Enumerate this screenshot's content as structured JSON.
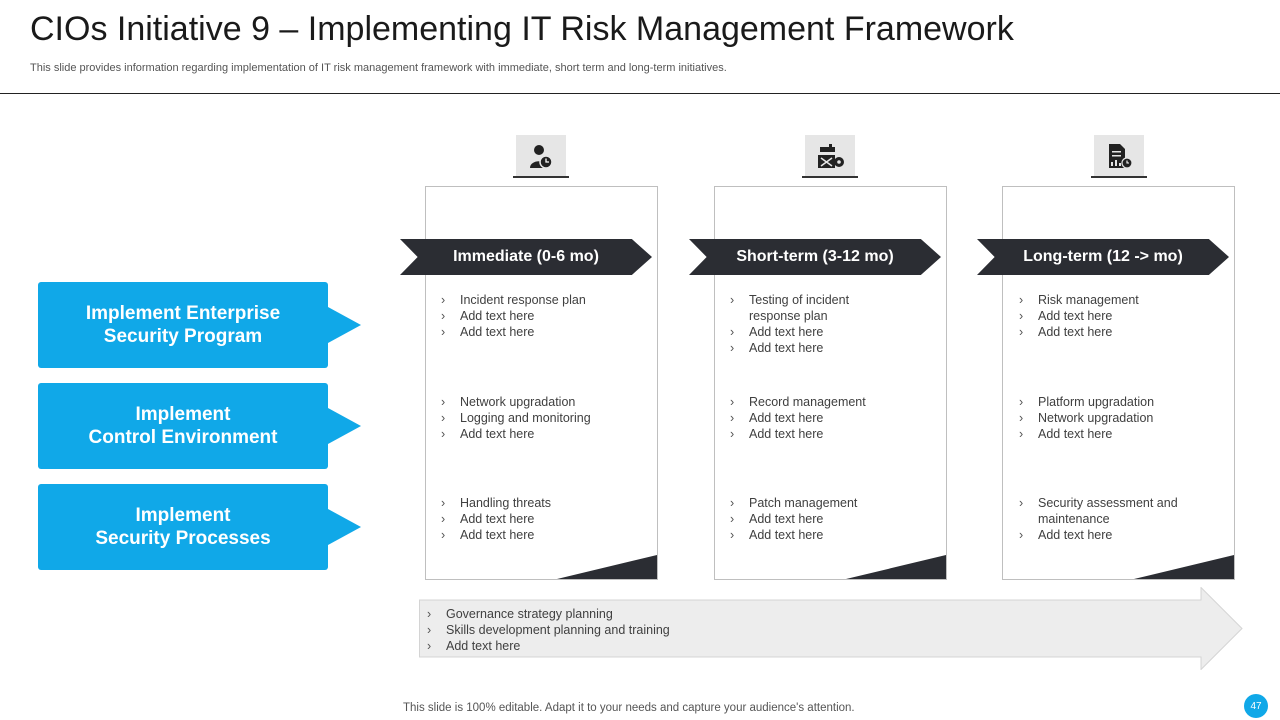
{
  "header": {
    "title": "CIOs Initiative 9 – Implementing IT Risk Management Framework",
    "subtitle": "This slide provides information regarding implementation of IT risk management framework with immediate, short term and long-term initiatives."
  },
  "initiatives": [
    {
      "label": "Implement Enterprise\nSecurity Program"
    },
    {
      "label": "Implement\nControl Environment"
    },
    {
      "label": "Implement\nSecurity Processes"
    }
  ],
  "columns": [
    {
      "icon": "person-clock-icon",
      "heading": "Immediate (0-6 mo)",
      "groups": [
        [
          "Incident response plan",
          "Add text here",
          "Add text here"
        ],
        [
          "Network upgradation",
          "Logging  and monitoring",
          "Add text here"
        ],
        [
          "Handling  threats",
          "Add text here",
          "Add text here"
        ]
      ]
    },
    {
      "icon": "calendar-gear-icon",
      "heading": "Short-term (3-12 mo)",
      "groups": [
        [
          "Testing of incident response plan",
          "Add text here",
          "Add text here"
        ],
        [
          "Record management",
          "Add text here",
          "Add text here"
        ],
        [
          "Patch management",
          "Add text here",
          "Add text here"
        ]
      ]
    },
    {
      "icon": "report-chart-clock-icon",
      "heading": "Long-term (12 -> mo)",
      "groups": [
        [
          "Risk management",
          "Add text here",
          "Add text here"
        ],
        [
          "Platform upgradation",
          "Network upgradation",
          "Add text here"
        ],
        [
          "Security assessment and maintenance",
          "Add text here"
        ]
      ]
    }
  ],
  "governance": [
    "Governance  strategy planning",
    "Skills development  planning and training",
    "Add text here"
  ],
  "footer": {
    "note": "This slide is 100% editable. Adapt it to your needs and capture your audience's attention.",
    "page": "47"
  },
  "colors": {
    "accent": "#10a8e8",
    "dark": "#2b2d33",
    "arrow_fill": "#ededed"
  }
}
